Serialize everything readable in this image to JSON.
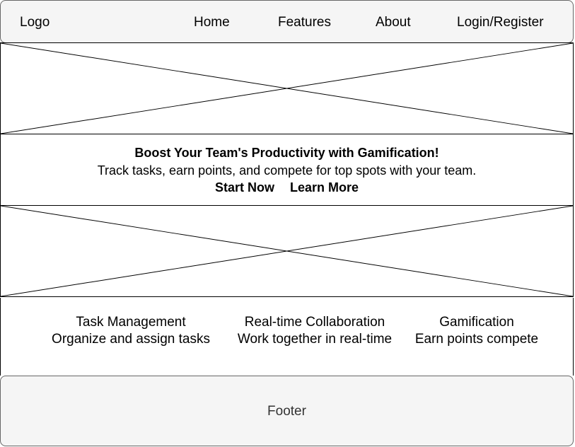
{
  "header": {
    "logo": "Logo",
    "nav": [
      "Home",
      "Features",
      "About",
      "Login/Register"
    ]
  },
  "hero": {
    "title": "Boost Your Team's Productivity with Gamification!",
    "subtitle": "Track tasks, earn points, and compete for top spots with your team.",
    "primary_action": "Start Now",
    "secondary_action": "Learn More"
  },
  "features": [
    {
      "title": "Task Management",
      "desc": "Organize and assign tasks"
    },
    {
      "title": "Real-time Collaboration",
      "desc": "Work together in real-time"
    },
    {
      "title": "Gamification",
      "desc": "Earn points compete"
    }
  ],
  "footer": {
    "label": "Footer"
  },
  "colors": {
    "header_bg": "#f5f5f5",
    "border": "#000000",
    "footer_text": "#333333"
  }
}
